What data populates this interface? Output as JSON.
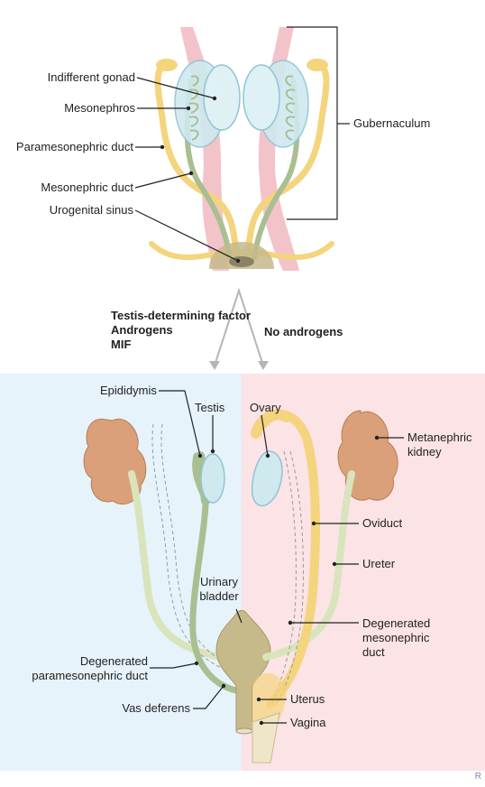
{
  "labels": {
    "indifferent_gonad": "Indifferent gonad",
    "mesonephros": "Mesonephros",
    "paramesonephric_duct": "Paramesonephric duct",
    "mesonephric_duct": "Mesonephric duct",
    "urogenital_sinus": "Urogenital sinus",
    "gubernaculum": "Gubernaculum",
    "testis_determining_factor": "Testis-determining factor",
    "androgens": "Androgens",
    "mif": "MIF",
    "no_androgens": "No androgens",
    "epididymis": "Epididymis",
    "testis": "Testis",
    "ovary": "Ovary",
    "metanephric": "Metanephric",
    "kidney": "kidney",
    "oviduct": "Oviduct",
    "ureter": "Ureter",
    "urinary": "Urinary",
    "bladder": "bladder",
    "degenerated_mesonephric_1": "Degenerated",
    "degenerated_mesonephric_2": "mesonephric",
    "degenerated_mesonephric_3": "duct",
    "degenerated_paramesonephric_1": "Degenerated",
    "degenerated_paramesonephric_2": "paramesonephric duct",
    "vas_deferens": "Vas deferens",
    "uterus": "Uterus",
    "vagina": "Vagina",
    "corner": "R"
  },
  "colors": {
    "male_panel": "#e6f3fb",
    "female_panel": "#fbe3e6",
    "gonad": "#cfe9ef",
    "gonad_stroke": "#8fc5d3",
    "mesonephric": "#a9bf92",
    "paramesonephric": "#f4d47c",
    "gubernaculum": "#f2bdc4",
    "kidney": "#d9a07a",
    "ureter": "#d9e4bd",
    "bladder": "#c6b98a",
    "arrow": "#b5b5b5"
  }
}
